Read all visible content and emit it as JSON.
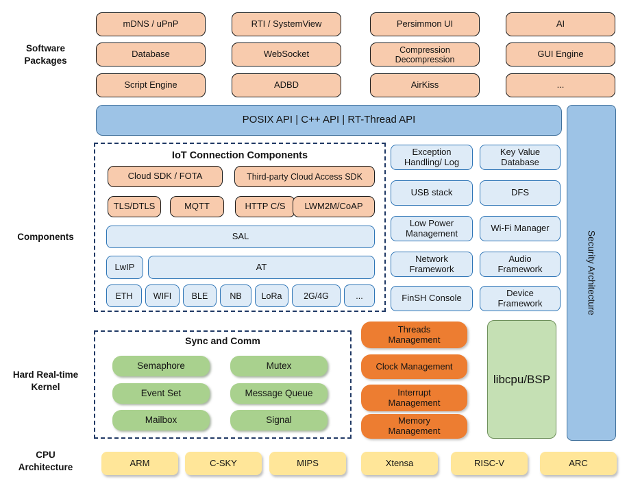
{
  "left_labels": {
    "software_packages": "Software\nPackages",
    "components": "Components",
    "kernel": "Hard Real-time\nKernel",
    "cpu": "CPU\nArchitecture"
  },
  "software_packages": {
    "items": [
      "mDNS / uPnP",
      "RTI / SystemView",
      "Persimmon UI",
      "AI",
      "Database",
      "WebSocket",
      "Compression\nDecompression",
      "GUI Engine",
      "Script Engine",
      "ADBD",
      "AirKiss",
      "..."
    ]
  },
  "api_band": {
    "label": "POSIX API  |  C++ API  |  RT-Thread API"
  },
  "security_bar": {
    "label": "Security Architecture"
  },
  "iot": {
    "title": "IoT Connection Components",
    "sdk_row": [
      "Cloud SDK / FOTA",
      "Third-party Cloud Access SDK"
    ],
    "protocol_row": [
      "TLS/DTLS",
      "MQTT",
      "HTTP C/S",
      "LWM2M/CoAP"
    ],
    "sal": "SAL",
    "lwip": "LwIP",
    "at": "AT",
    "links": [
      "ETH",
      "WIFI",
      "BLE",
      "NB",
      "LoRa",
      "2G/4G",
      "..."
    ]
  },
  "component_boxes": [
    "Exception\nHandling/ Log",
    "Key Value\nDatabase",
    "USB stack",
    "DFS",
    "Low Power\nManagement",
    "Wi-Fi Manager",
    "Network\nFramework",
    "Audio\nFramework",
    "FinSH Console",
    "Device\nFramework"
  ],
  "sync": {
    "title": "Sync and Comm",
    "items": [
      "Semaphore",
      "Mutex",
      "Event Set",
      "Message Queue",
      "Mailbox",
      "Signal"
    ]
  },
  "kernel_mgmt": [
    "Threads\nManagement",
    "Clock Management",
    "Interrupt\nManagement",
    "Memory\nManagement"
  ],
  "libcpu": {
    "label": "libcpu/BSP"
  },
  "cpu_archs": [
    "ARM",
    "C-SKY",
    "MIPS",
    "Xtensa",
    "RISC-V",
    "ARC"
  ],
  "colors": {
    "package_fill": "#F8CBAD",
    "api_fill": "#9DC3E6",
    "api_border": "#41719C",
    "component_fill": "#DEEBF7",
    "component_border": "#2E75B6",
    "dashed_border": "#1F3864",
    "sync_fill": "#A9D18E",
    "mgmt_fill": "#ED7D31",
    "libcpu_fill": "#C5E0B4",
    "cpu_fill": "#FFE699"
  }
}
